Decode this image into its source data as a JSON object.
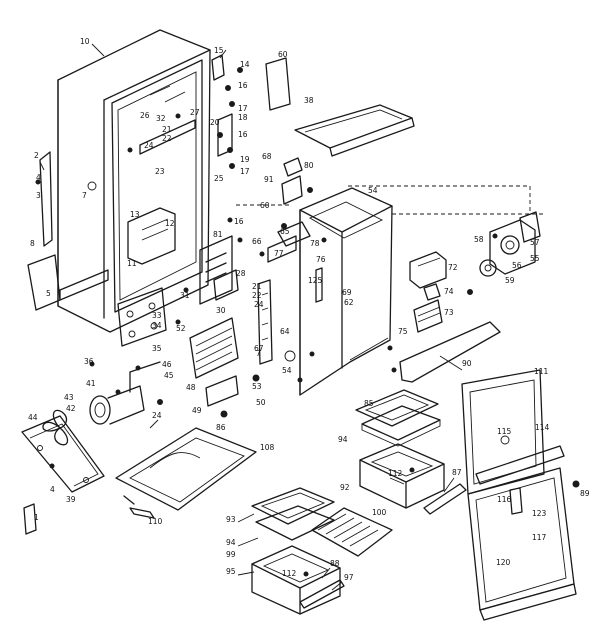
{
  "labels": [
    {
      "id": "10",
      "t": "10"
    },
    {
      "id": "15",
      "t": "15"
    },
    {
      "id": "14",
      "t": "14"
    },
    {
      "id": "60",
      "t": "60"
    },
    {
      "id": "16a",
      "t": "16"
    },
    {
      "id": "26",
      "t": "26"
    },
    {
      "id": "32",
      "t": "32"
    },
    {
      "id": "27",
      "t": "27"
    },
    {
      "id": "17a",
      "t": "17"
    },
    {
      "id": "18",
      "t": "18"
    },
    {
      "id": "38",
      "t": "38"
    },
    {
      "id": "21",
      "t": "21"
    },
    {
      "id": "22",
      "t": "22"
    },
    {
      "id": "24a",
      "t": "24"
    },
    {
      "id": "20",
      "t": "20"
    },
    {
      "id": "16b",
      "t": "16"
    },
    {
      "id": "19",
      "t": "19"
    },
    {
      "id": "17b",
      "t": "17"
    },
    {
      "id": "23",
      "t": "23"
    },
    {
      "id": "25",
      "t": "25"
    },
    {
      "id": "2",
      "t": "2"
    },
    {
      "id": "4a",
      "t": "4"
    },
    {
      "id": "3",
      "t": "3"
    },
    {
      "id": "7a",
      "t": "7"
    },
    {
      "id": "68",
      "t": "68"
    },
    {
      "id": "80",
      "t": "80"
    },
    {
      "id": "91",
      "t": "91"
    },
    {
      "id": "54a",
      "t": "54"
    },
    {
      "id": "8",
      "t": "8"
    },
    {
      "id": "13",
      "t": "13"
    },
    {
      "id": "12",
      "t": "12"
    },
    {
      "id": "16c",
      "t": "16"
    },
    {
      "id": "81",
      "t": "81"
    },
    {
      "id": "60b",
      "t": "60"
    },
    {
      "id": "65a",
      "t": "65"
    },
    {
      "id": "78",
      "t": "78"
    },
    {
      "id": "66",
      "t": "66"
    },
    {
      "id": "77",
      "t": "77"
    },
    {
      "id": "76",
      "t": "76"
    },
    {
      "id": "58",
      "t": "58"
    },
    {
      "id": "57",
      "t": "57"
    },
    {
      "id": "55",
      "t": "55"
    },
    {
      "id": "56",
      "t": "56"
    },
    {
      "id": "59",
      "t": "59"
    },
    {
      "id": "11",
      "t": "11"
    },
    {
      "id": "72",
      "t": "72"
    },
    {
      "id": "28",
      "t": "28"
    },
    {
      "id": "74",
      "t": "74"
    },
    {
      "id": "125",
      "t": "125"
    },
    {
      "id": "69",
      "t": "69"
    },
    {
      "id": "62",
      "t": "62"
    },
    {
      "id": "5",
      "t": "5"
    },
    {
      "id": "21b",
      "t": "21"
    },
    {
      "id": "22b",
      "t": "22"
    },
    {
      "id": "24b",
      "t": "24"
    },
    {
      "id": "33",
      "t": "33"
    },
    {
      "id": "31",
      "t": "31"
    },
    {
      "id": "30",
      "t": "30"
    },
    {
      "id": "52",
      "t": "52"
    },
    {
      "id": "34",
      "t": "34"
    },
    {
      "id": "35",
      "t": "35"
    },
    {
      "id": "64",
      "t": "64"
    },
    {
      "id": "73",
      "t": "73"
    },
    {
      "id": "75",
      "t": "75"
    },
    {
      "id": "67",
      "t": "67"
    },
    {
      "id": "36",
      "t": "36"
    },
    {
      "id": "46",
      "t": "46"
    },
    {
      "id": "45",
      "t": "45"
    },
    {
      "id": "48",
      "t": "48"
    },
    {
      "id": "7b",
      "t": "7"
    },
    {
      "id": "90",
      "t": "90"
    },
    {
      "id": "41",
      "t": "41"
    },
    {
      "id": "53",
      "t": "53"
    },
    {
      "id": "54b",
      "t": "54"
    },
    {
      "id": "50",
      "t": "50"
    },
    {
      "id": "43",
      "t": "43"
    },
    {
      "id": "42",
      "t": "42"
    },
    {
      "id": "49",
      "t": "49"
    },
    {
      "id": "86",
      "t": "86"
    },
    {
      "id": "85",
      "t": "85"
    },
    {
      "id": "24c",
      "t": "24"
    },
    {
      "id": "44",
      "t": "44"
    },
    {
      "id": "94a",
      "t": "94"
    },
    {
      "id": "111",
      "t": "111"
    },
    {
      "id": "108",
      "t": "108"
    },
    {
      "id": "115",
      "t": "115"
    },
    {
      "id": "114",
      "t": "114"
    },
    {
      "id": "112a",
      "t": "112"
    },
    {
      "id": "87a",
      "t": "87"
    },
    {
      "id": "4b",
      "t": "4"
    },
    {
      "id": "92",
      "t": "92"
    },
    {
      "id": "39",
      "t": "39"
    },
    {
      "id": "116",
      "t": "116"
    },
    {
      "id": "89",
      "t": "89"
    },
    {
      "id": "110",
      "t": "110"
    },
    {
      "id": "123",
      "t": "123"
    },
    {
      "id": "93",
      "t": "93"
    },
    {
      "id": "100",
      "t": "100"
    },
    {
      "id": "94b",
      "t": "94"
    },
    {
      "id": "117",
      "t": "117"
    },
    {
      "id": "99",
      "t": "99"
    },
    {
      "id": "120",
      "t": "120"
    },
    {
      "id": "112b",
      "t": "112"
    },
    {
      "id": "88",
      "t": "88"
    },
    {
      "id": "95",
      "t": "95"
    },
    {
      "id": "97",
      "t": "97"
    },
    {
      "id": "1",
      "t": "1"
    }
  ]
}
